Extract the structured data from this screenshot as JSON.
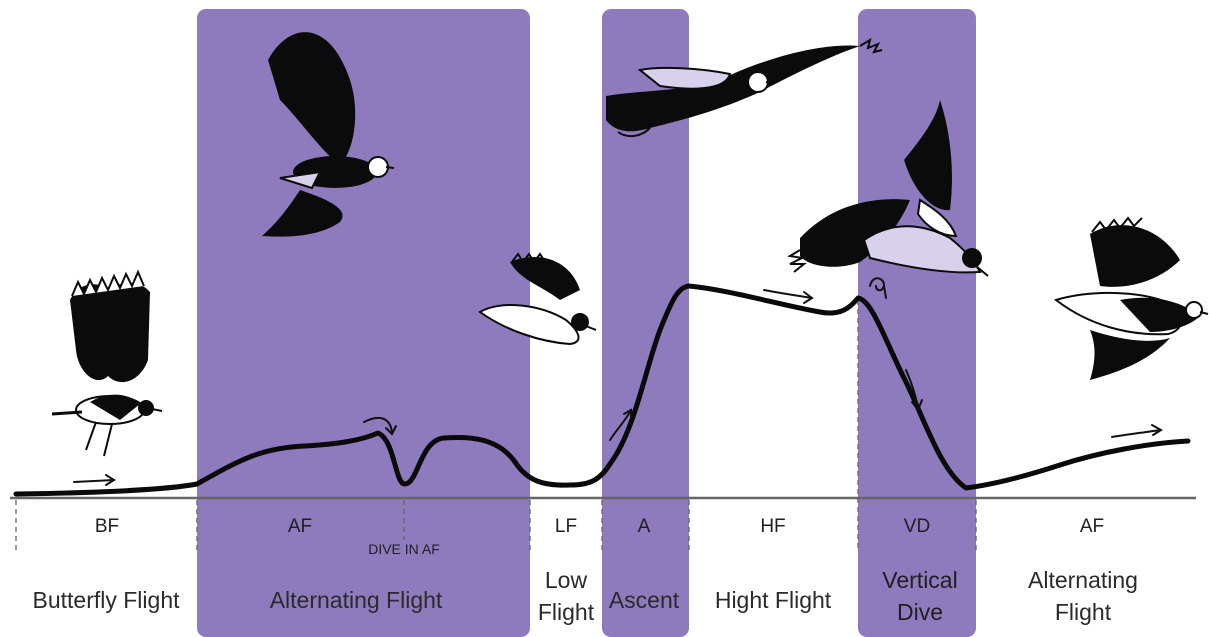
{
  "accent_color": "#8d7bbd",
  "segments": [
    {
      "abbr": "BF",
      "full": "Butterfly Flight"
    },
    {
      "abbr": "AF",
      "full": "Alternating Flight"
    },
    {
      "abbr": "LF",
      "full": "Low\nFlight"
    },
    {
      "abbr": "A",
      "full": "Ascent"
    },
    {
      "abbr": "HF",
      "full": "Hight Flight"
    },
    {
      "abbr": "VD",
      "full": "Vertical\nDive"
    },
    {
      "abbr": "AF",
      "full": "Alternating\nFlight"
    }
  ],
  "dive_label": "DIVE IN AF",
  "birds": [
    {
      "icon": "lapwing-butterfly-flight-icon"
    },
    {
      "icon": "lapwing-alternating-flight-icon"
    },
    {
      "icon": "lapwing-low-flight-icon"
    },
    {
      "icon": "lapwing-ascent-icon"
    },
    {
      "icon": "lapwing-vertical-dive-icon"
    },
    {
      "icon": "lapwing-alternating-flight-2-icon"
    }
  ]
}
